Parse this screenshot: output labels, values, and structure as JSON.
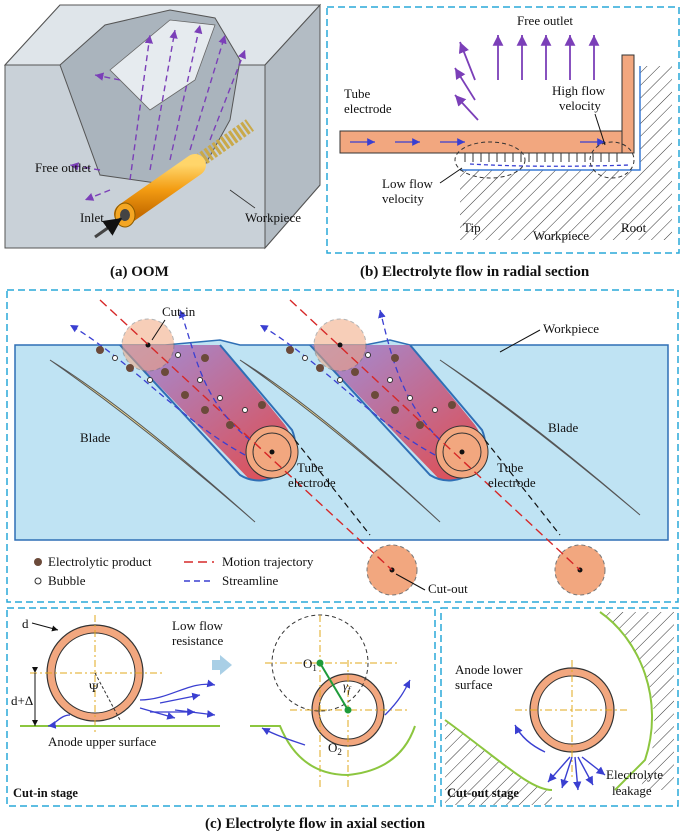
{
  "panel_a": {
    "caption": "(a) OOM",
    "free_outlet": "Free outlet",
    "inlet": "Inlet",
    "workpiece": "Workpiece"
  },
  "panel_b": {
    "caption": "(b) Electrolyte flow in radial section",
    "free_outlet": "Free outlet",
    "tube_electrode": [
      "Tube",
      "electrode"
    ],
    "high_flow": [
      "High flow",
      "velocity"
    ],
    "low_flow": [
      "Low flow",
      "velocity"
    ],
    "tip": "Tip",
    "workpiece": "Workpiece",
    "root": "Root"
  },
  "panel_c_top": {
    "cut_in": "Cut-in",
    "workpiece": "Workpiece",
    "blade_left": "Blade",
    "blade_right": "Blade",
    "tube_electrode_1": [
      "Tube",
      "electrode"
    ],
    "tube_electrode_2": [
      "Tube",
      "electrode"
    ],
    "cut_out": "Cut-out",
    "legend": {
      "electrolytic_product": "Electrolytic product",
      "bubble": "Bubble",
      "motion_trajectory": "Motion trajectory",
      "streamline": "Streamline"
    }
  },
  "panel_c_bottom": {
    "d": "d",
    "d_delta": "d+Δ",
    "psi": "Ψ",
    "low_flow_resistance": [
      "Low flow",
      "resistance"
    ],
    "anode_upper": "Anode upper surface",
    "o1": "O",
    "o1_sub": "1",
    "o2": "O",
    "o2_sub": "2",
    "gamma": "γ",
    "gamma_sub": "f",
    "cut_in_stage": "Cut-in stage",
    "anode_lower": [
      "Anode lower",
      "surface"
    ],
    "cut_out_stage": "Cut-out stage",
    "electrolyte_leakage": [
      "Electrolyte",
      "leakage"
    ]
  },
  "caption_c": "(c) Electrolyte flow in axial section",
  "colors": {
    "frame": "#29a9d9",
    "water": "#bfe3f3",
    "electrode": "#f2a77f",
    "flow_blue": "#3a3fd1",
    "flow_purple": "#7b3fb8",
    "blade": "#f6e69a",
    "green": "#8cc63f"
  }
}
